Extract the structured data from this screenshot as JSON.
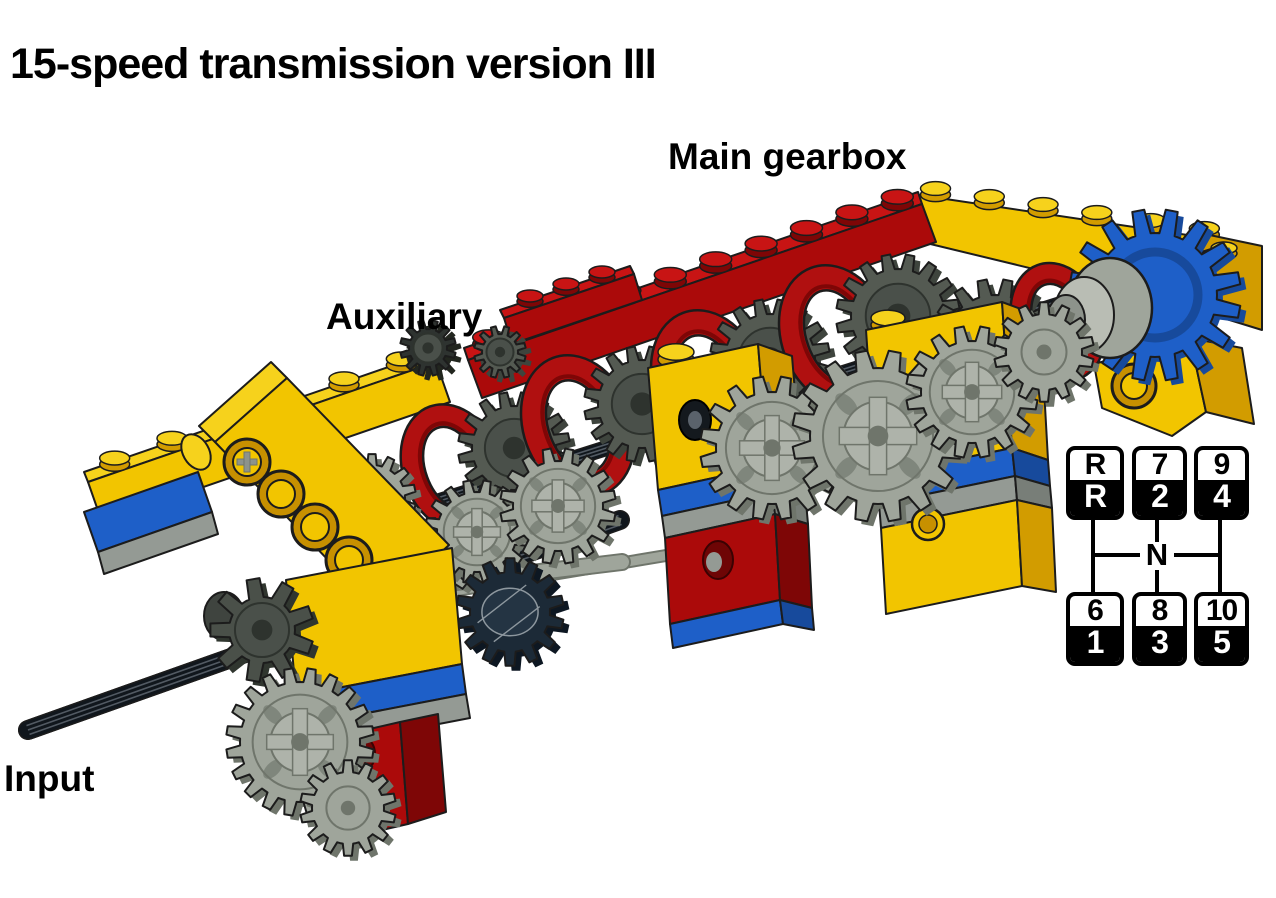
{
  "page": {
    "title": "15-speed transmission version III",
    "background": "#FFFFFF"
  },
  "labels": {
    "main_gearbox": "Main gearbox",
    "auxiliary": "Auxiliary",
    "input": "Input"
  },
  "shift_pattern": {
    "neutral_label": "N",
    "columns": [
      {
        "top_cell": {
          "upper": "R",
          "lower": "R"
        },
        "bottom_cell": {
          "upper": "6",
          "lower": "1"
        }
      },
      {
        "top_cell": {
          "upper": "7",
          "lower": "2"
        },
        "bottom_cell": {
          "upper": "8",
          "lower": "3"
        }
      },
      {
        "top_cell": {
          "upper": "9",
          "lower": "4"
        },
        "bottom_cell": {
          "upper": "10",
          "lower": "5"
        }
      }
    ]
  },
  "colors": {
    "yellow": "#F2C500",
    "yellow_top": "#F6D21C",
    "yellow_side": "#D29C00",
    "yellow_dark": "#C79000",
    "red": "#AB0A0A",
    "red_top": "#C81414",
    "red_dark": "#7E0606",
    "red_ring": "#B01010",
    "blue": "#1E5FC8",
    "blue_dark": "#174A9C",
    "gray_light": "#9FA59B",
    "gray_mid": "#8D938B",
    "gray_shade": "#6F756B",
    "gray_stripe": "#949A94",
    "gear_dark": "#545A52",
    "gear_dark_shade": "#3E443D",
    "navy": "#1C2A37",
    "navy_line": "#8D979E",
    "axle": "#10161C",
    "axle_hi": "#5A626B",
    "outline": "#1C1C1C",
    "text": "#000000"
  }
}
